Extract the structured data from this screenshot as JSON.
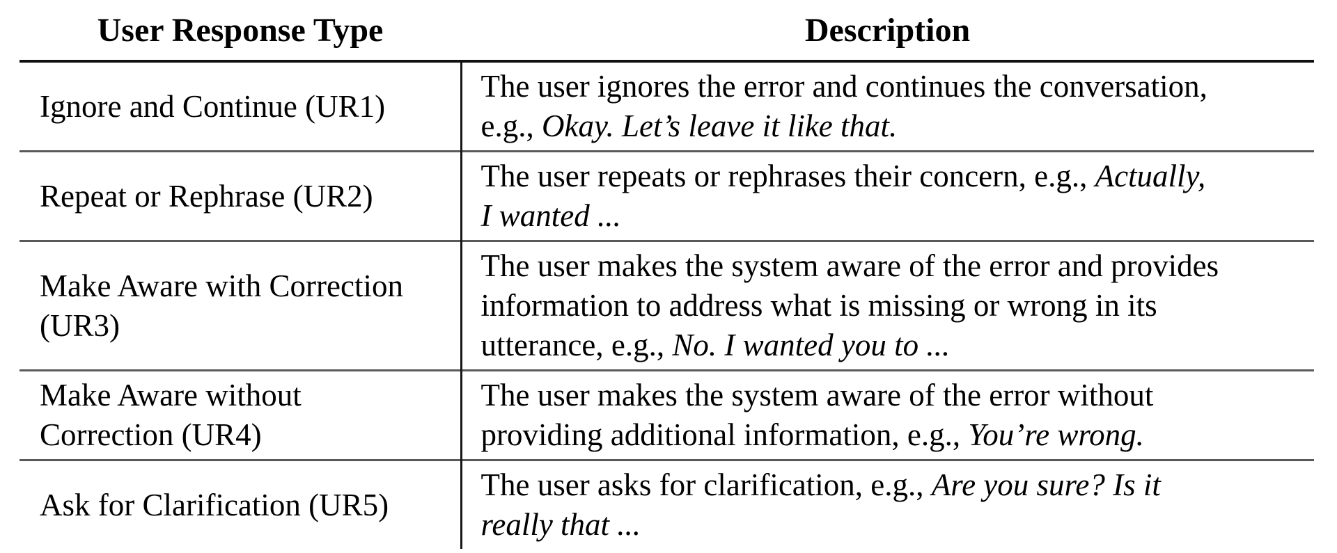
{
  "colors": {
    "background": "#ffffff",
    "text": "#000000",
    "header_rule": "#111111",
    "row_rule": "#595959"
  },
  "table": {
    "columns": [
      {
        "label": "User Response Type"
      },
      {
        "label": "Description"
      }
    ],
    "rows": [
      {
        "type_lines": [
          "Ignore and Continue (UR1)"
        ],
        "description_lines": [
          [
            {
              "t": "The user ignores the error and continues the conversation,",
              "i": false
            }
          ],
          [
            {
              "t": "e.g., ",
              "i": false
            },
            {
              "t": "Okay. Let’s leave it like that.",
              "i": true
            }
          ]
        ]
      },
      {
        "type_lines": [
          "Repeat or Rephrase (UR2)"
        ],
        "description_lines": [
          [
            {
              "t": "The user repeats or rephrases their concern, e.g., ",
              "i": false
            },
            {
              "t": "Actually,",
              "i": true
            }
          ],
          [
            {
              "t": "I wanted ...",
              "i": true
            }
          ]
        ]
      },
      {
        "type_lines": [
          "Make Aware with Correction",
          "(UR3)"
        ],
        "description_lines": [
          [
            {
              "t": "The user makes the system aware of the error and provides",
              "i": false
            }
          ],
          [
            {
              "t": "information to address what is missing or wrong in its",
              "i": false
            }
          ],
          [
            {
              "t": "utterance, e.g., ",
              "i": false
            },
            {
              "t": "No. I wanted you to ...",
              "i": true
            }
          ]
        ]
      },
      {
        "type_lines": [
          "Make Aware without",
          "Correction (UR4)"
        ],
        "description_lines": [
          [
            {
              "t": "The user makes the system aware of the error without",
              "i": false
            }
          ],
          [
            {
              "t": "providing additional information, e.g., ",
              "i": false
            },
            {
              "t": "You’re wrong.",
              "i": true
            }
          ]
        ]
      },
      {
        "type_lines": [
          "Ask for Clarification (UR5)"
        ],
        "description_lines": [
          [
            {
              "t": "The user asks for clarification, e.g., ",
              "i": false
            },
            {
              "t": "Are you sure? Is it",
              "i": true
            }
          ],
          [
            {
              "t": "really that ...",
              "i": true
            }
          ]
        ]
      }
    ]
  }
}
